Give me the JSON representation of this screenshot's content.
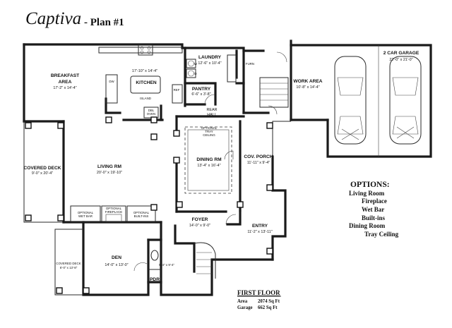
{
  "title": {
    "name": "Captiva",
    "plan": "- Plan #1"
  },
  "rooms": {
    "breakfast": {
      "name_1": "BREAKFAST",
      "name_2": "AREA",
      "dims": "17'-2\" x 14'-4\""
    },
    "kitchen": {
      "name": "KITCHEN",
      "dims": "17'-10\" x 14'-4\"",
      "island": "ISLAND",
      "dw": "DW",
      "ref": "REF",
      "dbl_oven_1": "DBL",
      "dbl_oven_2": "OVEN"
    },
    "laundry": {
      "name": "LAUNDRY",
      "dims": "12'-6\" x 10'-4\"",
      "counter": "COUNTER",
      "furn": "FURN",
      "w": "W",
      "d": "D"
    },
    "pantry": {
      "name": "PANTRY",
      "dims": "6'-6\" x 3'-8\""
    },
    "rear_hall": {
      "name_1": "REAR",
      "name_2": "HALL"
    },
    "work_area": {
      "name": "WORK AREA",
      "dims": "10'-8\" x 14'-4\""
    },
    "garage": {
      "name": "2 CAR GARAGE",
      "dims": "22'-0\" x 21'-0\""
    },
    "covered_deck": {
      "name": "COVERED DECK",
      "dims": "9'-0\" x 20'-4\""
    },
    "living": {
      "name": "LIVING RM",
      "dims": "20'-0\" x 19'-10\"",
      "fireplace_1": "OPTIONAL",
      "fireplace_2": "FIREPLACE",
      "wetbar_1": "OPTIONAL",
      "wetbar_2": "WET BAR",
      "builtins_1": "OPTIONAL",
      "builtins_2": "BUILT-INS"
    },
    "dining": {
      "name": "DINING RM",
      "dims": "13'-4\" x 16'-4\"",
      "tray_1": "OPTIONAL",
      "tray_2": "TRAY",
      "tray_3": "CEILING"
    },
    "cov_porch": {
      "name": "COV. PORCH",
      "dims": "11'-11\" x 9'-4\""
    },
    "foyer": {
      "name": "FOYER",
      "dims": "14'-0\" x 9'-0\""
    },
    "entry": {
      "name": "ENTRY",
      "dims": "11'-2\" x 13'-11\""
    },
    "den": {
      "name": "DEN",
      "dims": "14'-0\" x 13'-0\""
    },
    "covered_deck_2": {
      "name": "COVERED DECK",
      "dims": "6'-0\" x 13'-8\""
    },
    "closet": {
      "dims": "5'-4\" x 9'-4\""
    },
    "pdr": {
      "name": "PDR"
    }
  },
  "options": {
    "heading": "OPTIONS:",
    "items": [
      "Living Room",
      "Fireplace",
      "Wet Bar",
      "Built-ins",
      "Dining Room",
      "Tray Ceiling"
    ]
  },
  "first_floor": {
    "heading": "FIRST FLOOR",
    "area_label": "Area",
    "area_value": "2074 Sq Ft",
    "garage_label": "Garage",
    "garage_value": "662 Sq Ft"
  }
}
